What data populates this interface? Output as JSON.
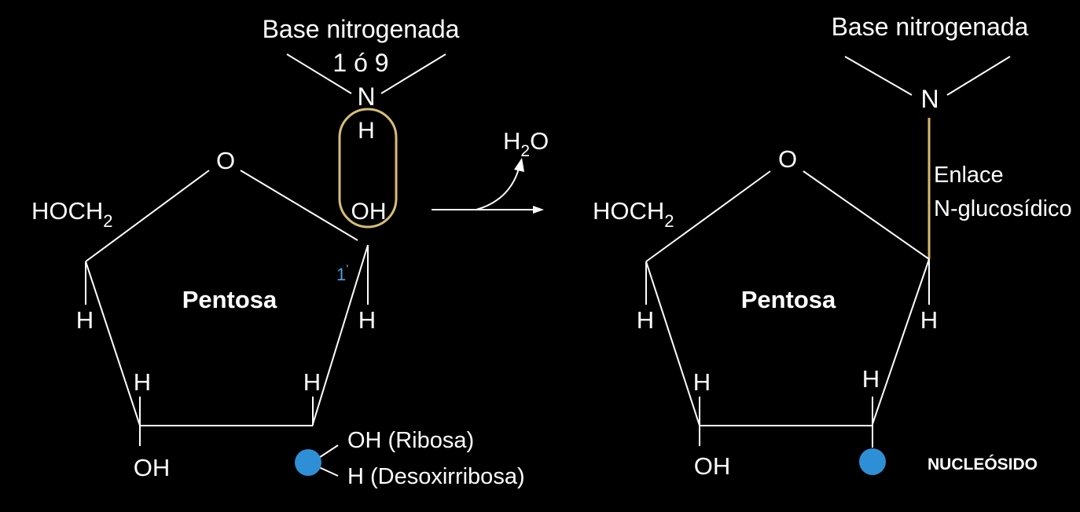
{
  "colors": {
    "background": "#000000",
    "text": "#ffffff",
    "highlight": "#d8bd78",
    "bond_glycosidic": "#d9b86a",
    "marker_blue": "#2f8fd6",
    "prime_label": "#4aa3e0"
  },
  "left": {
    "base_title": "Base nitrogenada",
    "base_positions": "1 ó 9",
    "atom_n": "N",
    "atom_h_top": "H",
    "atom_o_ring": "O",
    "group_hoch": "HOCH",
    "subscript_2": "2",
    "atom_oh_right": "OH",
    "carbon_label": "1",
    "prime_mark": "'",
    "ring_label": "Pentosa",
    "h_left": "H",
    "h_right": "H",
    "h_bottom_left": "H",
    "h_bottom_right": "H",
    "oh_bottom": "OH",
    "oh_ribosa": "OH (Ribosa)",
    "h_desoxirribosa": "H (Desoxirribosa)"
  },
  "reaction": {
    "water_h": "H",
    "water_sub": "2",
    "water_o": "O"
  },
  "right": {
    "base_title": "Base nitrogenada",
    "atom_n": "N",
    "bond_label_line1": "Enlace",
    "bond_label_line2": "N-glucosídico",
    "atom_o_ring": "O",
    "group_hoch": "HOCH",
    "subscript_2": "2",
    "ring_label": "Pentosa",
    "h_left": "H",
    "h_right": "H",
    "h_bottom_left": "H",
    "h_bottom_right": "H",
    "oh_bottom": "OH",
    "product_label": "NUCLEÓSIDO"
  }
}
